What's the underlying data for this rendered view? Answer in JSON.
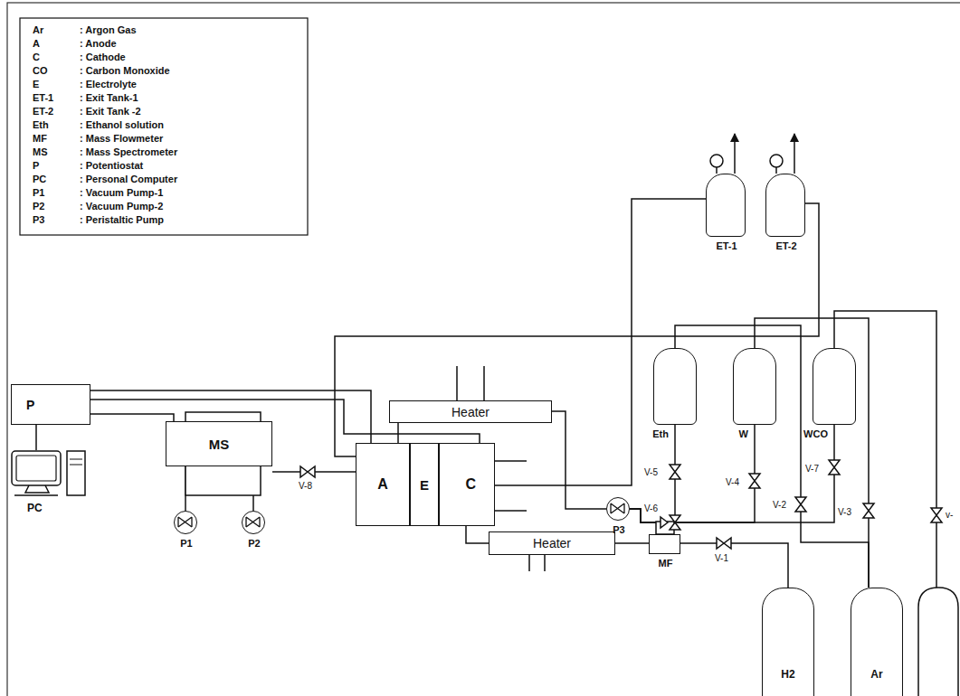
{
  "diagram": {
    "nodes": [
      {
        "text": [
          "P"
        ]
      },
      {
        "text": [
          "PC"
        ]
      },
      {
        "text": [
          "MS"
        ]
      },
      {
        "text": [
          "A"
        ]
      },
      {
        "text": [
          "E"
        ]
      },
      {
        "text": [
          "C"
        ]
      },
      {
        "text": [
          "Heater"
        ]
      },
      {
        "text": [
          "Heater"
        ]
      },
      {
        "text": [
          "MF"
        ]
      },
      {
        "text": [
          "P1"
        ]
      },
      {
        "text": [
          "P2"
        ]
      },
      {
        "text": [
          "P3"
        ]
      },
      {
        "text": [
          "ET-1"
        ]
      },
      {
        "text": [
          "ET-2"
        ]
      },
      {
        "text": [
          "Eth"
        ]
      },
      {
        "text": [
          "W"
        ]
      },
      {
        "text": [
          "WCO"
        ]
      },
      {
        "text": [
          "H2"
        ]
      },
      {
        "text": [
          "Ar"
        ]
      }
    ],
    "edges": [
      {
        "from": 0,
        "to": 1,
        "arrow": "none"
      },
      {
        "from": 0,
        "to": 2,
        "arrow": "none"
      },
      {
        "from": 0,
        "to": 3,
        "arrow": "none"
      },
      {
        "from": 0,
        "to": 5,
        "arrow": "none"
      },
      {
        "from": 2,
        "to": 3,
        "arrow": "none"
      },
      {
        "from": 2,
        "to": 9,
        "arrow": "none"
      },
      {
        "from": 2,
        "to": 10,
        "arrow": "none"
      },
      {
        "from": 6,
        "to": 3,
        "arrow": "none"
      },
      {
        "from": 3,
        "to": 13,
        "arrow": "none"
      },
      {
        "from": 5,
        "to": 12,
        "arrow": "none"
      },
      {
        "from": 11,
        "to": 6,
        "arrow": "none"
      },
      {
        "from": 14,
        "to": 11,
        "arrow": "none"
      },
      {
        "from": 15,
        "to": 11,
        "arrow": "none"
      },
      {
        "from": 16,
        "to": 11,
        "arrow": "none"
      },
      {
        "from": 18,
        "to": 14,
        "arrow": "none"
      },
      {
        "from": 18,
        "to": 15,
        "arrow": "none"
      },
      {
        "from": 17,
        "to": 8,
        "arrow": "none"
      },
      {
        "from": 8,
        "to": 7,
        "arrow": "none"
      },
      {
        "from": 7,
        "to": 5,
        "arrow": "none"
      }
    ],
    "labels": [
      "Ar",
      ": Argon Gas",
      "A",
      ": Anode",
      "C",
      ": Cathode",
      "CO",
      ": Carbon Monoxide",
      "E",
      ": Electrolyte",
      "ET-1",
      ": Exit Tank-1",
      "ET-2",
      ": Exit Tank -2",
      "Eth",
      ": Ethanol solution",
      "MF",
      ": Mass Flowmeter",
      "MS",
      ": Mass Spectrometer",
      "P",
      ": Potentiostat",
      "PC",
      ": Personal Computer",
      "P1",
      ": Vacuum Pump-1",
      "P2",
      ": Vacuum Pump-2",
      "P3",
      ": Peristaltic Pump",
      "V-8",
      "V-5",
      "V-6",
      "V-4",
      "V-7",
      "V-2",
      "V-3",
      "V-1",
      "v-"
    ]
  }
}
